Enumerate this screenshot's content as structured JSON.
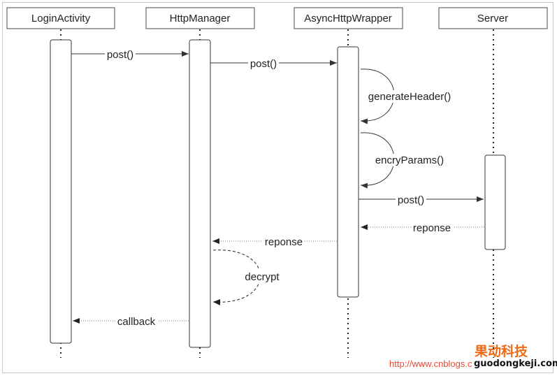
{
  "actors": {
    "login_activity": "LoginActivity",
    "http_manager": "HttpManager",
    "async_http_wrapper": "AsyncHttpWrapper",
    "server": "Server"
  },
  "messages": {
    "m1": "post()",
    "m2": "post()",
    "m3": "generateHeader()",
    "m4": "encryParams()",
    "m5": "post()",
    "m6": "reponse",
    "m7": "reponse",
    "m8": "decrypt",
    "m9": "callback"
  },
  "watermark": {
    "logo": "果动科技",
    "domain": "guodongkeji.com",
    "url": "http://www.cnblogs.c"
  }
}
